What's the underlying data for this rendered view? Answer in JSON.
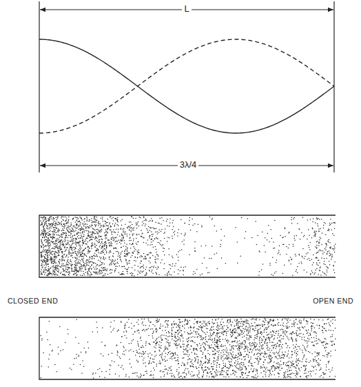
{
  "diagram": {
    "labels": [
      "L",
      "3λ/4",
      "CLOSED END",
      "OPEN END"
    ]
  }
}
